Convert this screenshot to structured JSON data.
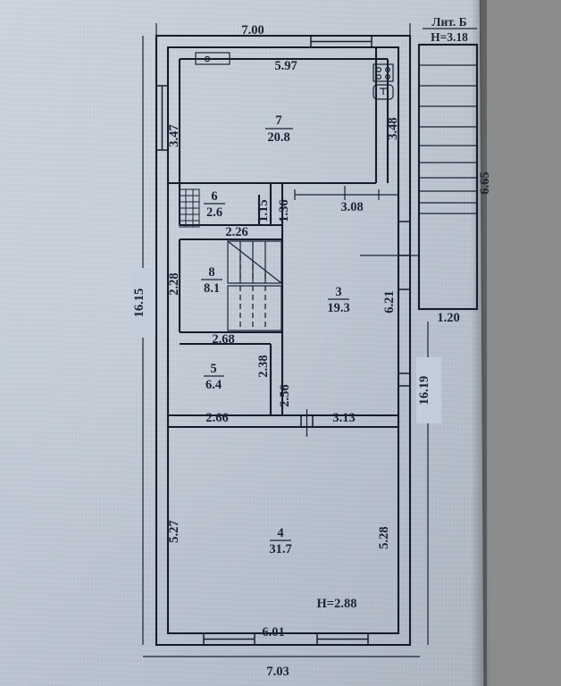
{
  "document": {
    "type": "floor-plan",
    "building_label": "Лит.  Б",
    "building_height_label": "H=3.18",
    "main_height_label": "H=2.88"
  },
  "rooms": [
    {
      "number": "7",
      "area": "20.8"
    },
    {
      "number": "6",
      "area": "2.6"
    },
    {
      "number": "8",
      "area": "8.1"
    },
    {
      "number": "3",
      "area": "19.3"
    },
    {
      "number": "5",
      "area": "6.4"
    },
    {
      "number": "4",
      "area": "31.7"
    }
  ],
  "dimensions": {
    "top_overall": "7.00",
    "top_inner": "5.97",
    "left_room7": "3.47",
    "right_room7": "3.48",
    "left_overall": "16.15",
    "right_overall": "16.19",
    "annex_right": "6.65",
    "annex_bottom": "1.20",
    "room3_right": "6.21",
    "room6_bottom": "2.26",
    "corridor_a": "1.15",
    "corridor_b": "1.36",
    "room3_top": "3.08",
    "room8_left": "2.28",
    "room8_bottom": "2.68",
    "room5_bottom": "2.66",
    "stair_right_a": "2.38",
    "stair_right_b": "2.56",
    "lower_top_right": "3.13",
    "room4_left": "5.27",
    "room4_right": "5.28",
    "bottom_inner": "6.01",
    "bottom_overall": "7.03"
  },
  "fixtures": [
    {
      "name": "cooktop",
      "label": ""
    },
    {
      "name": "sink",
      "label": ""
    },
    {
      "name": "window-small",
      "label": ""
    }
  ],
  "colors": {
    "paper": "#c3cdd8",
    "ink": "#141c2b",
    "background": "#8a8c8e"
  }
}
